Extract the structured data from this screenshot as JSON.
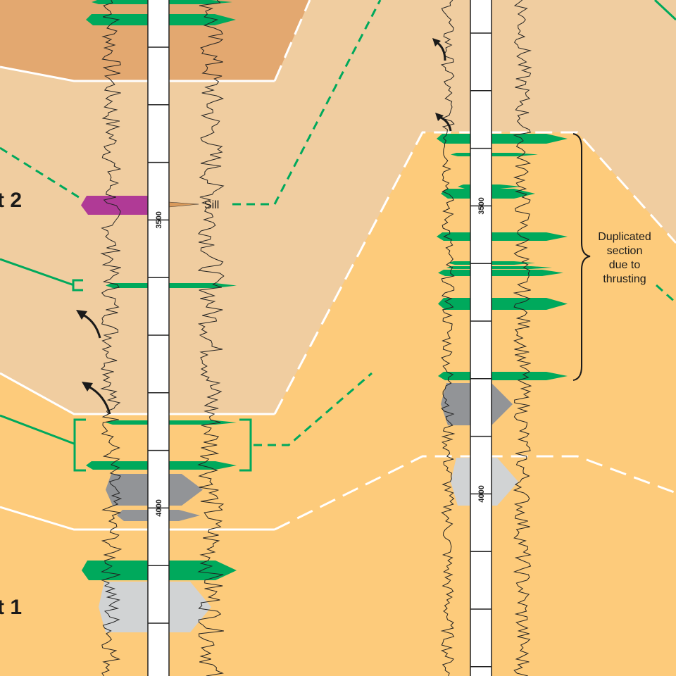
{
  "colors": {
    "upper_unit": "#E3A870",
    "middle_unit": "#F0CDA0",
    "lower_unit": "#FDCB7B",
    "marker_bed": "#00A95C",
    "sill": "#B03A96",
    "sill_right": "#D99A5B",
    "dark_gray_bed": "#929497",
    "light_gray_bed": "#D1D3D4",
    "boundary": "#FFFFFF"
  },
  "labels": {
    "unit_2": "t 2",
    "unit_1": "t 1",
    "sill": "Sill",
    "annotation": [
      "Duplicated",
      "section",
      "due to",
      "thrusting"
    ]
  },
  "wells": [
    {
      "depth_labels": [
        "3500",
        "4000"
      ]
    },
    {
      "depth_labels": [
        "3500",
        "4000"
      ]
    }
  ]
}
